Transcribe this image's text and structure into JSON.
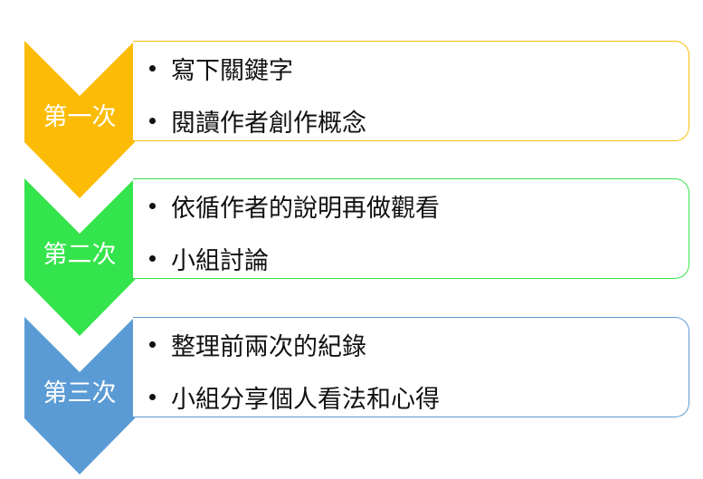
{
  "steps": [
    {
      "label": "第一次",
      "color": "#FCBC05",
      "items": [
        "寫下關鍵字",
        "閱讀作者創作概念"
      ]
    },
    {
      "label": "第二次",
      "color": "#34E44C",
      "items": [
        "依循作者的說明再做觀看",
        "小組討論"
      ]
    },
    {
      "label": "第三次",
      "color": "#5B9BD5",
      "items": [
        "整理前兩次的紀錄",
        "小組分享個人看法和心得"
      ]
    }
  ]
}
